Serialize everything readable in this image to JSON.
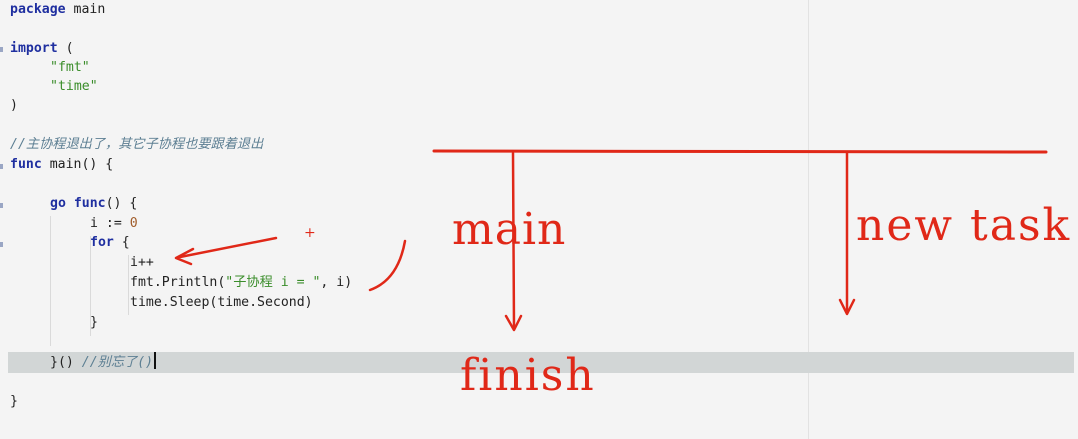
{
  "editor": {
    "lines": {
      "l1": {
        "kw": "package",
        "rest": " main"
      },
      "l3": {
        "kw": "import",
        "rest": " ("
      },
      "l4": {
        "str": "\"fmt\""
      },
      "l5": {
        "str": "\"time\""
      },
      "l6": {
        "text": ")"
      },
      "l8": {
        "comment": "//主协程退出了，其它子协程也要跟着退出"
      },
      "l9": {
        "kw": "func",
        "rest": " main() {"
      },
      "l11": {
        "kw1": "go",
        "kw2": "func",
        "rest": "() {"
      },
      "l12": {
        "pre": "i := ",
        "num": "0"
      },
      "l13": {
        "kw": "for",
        "rest": " {"
      },
      "l14": {
        "text": "i++"
      },
      "l15": {
        "pre": "fmt.Println(",
        "str": "\"子协程 i = \"",
        "rest": ", i)"
      },
      "l16": {
        "text": "time.Sleep(time.Second)"
      },
      "l17": {
        "text": "}"
      },
      "l19": {
        "code": "}() ",
        "comment": "//别忘了()"
      },
      "l21": {
        "text": "}"
      }
    }
  },
  "annotations": {
    "main_label": "main",
    "new_task_label": "new task",
    "finish_label": "finish",
    "plus_mark": "+"
  },
  "colors": {
    "annotation_red": "#e02818"
  }
}
